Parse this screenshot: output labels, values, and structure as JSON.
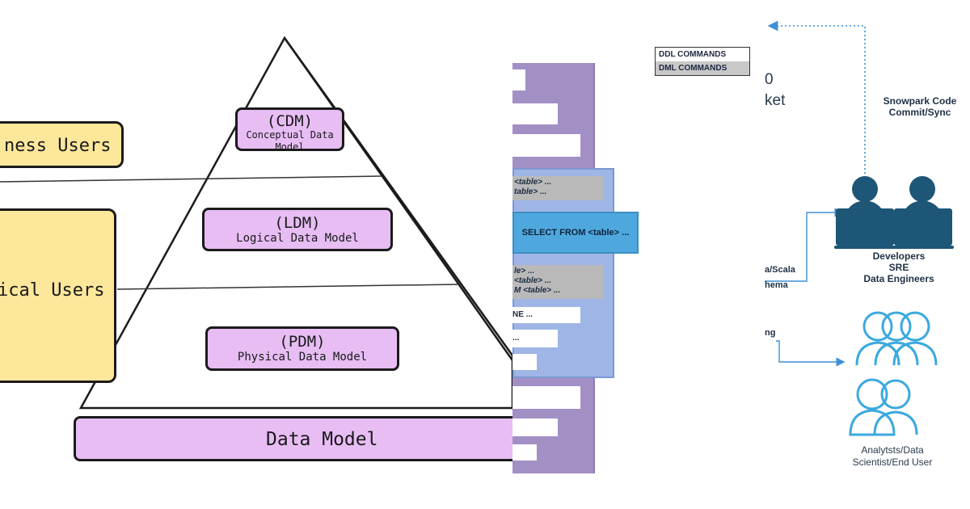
{
  "left": {
    "business_users": "ness Users",
    "technical_users": "ical Users",
    "cdm": {
      "abbr": "(CDM)",
      "full": "Conceptual Data Model"
    },
    "ldm": {
      "abbr": "(LDM)",
      "full": "Logical Data Model"
    },
    "pdm": {
      "abbr": "(PDM)",
      "full": "Physical Data Model"
    },
    "data_model": "Data Model",
    "colors": {
      "yellow": "#fce79b",
      "purple": "#e7bdf4",
      "outline": "#1b1b1b"
    }
  },
  "middle": {
    "ddl": "DDL COMMANDS",
    "dml": "DML COMMANDS",
    "gray_rows_top": [
      "<table> ...",
      "table> ..."
    ],
    "select": "SELECT FROM <table> ...",
    "gray_rows_bottom": [
      "le> ...",
      "<table> ...",
      "M <table> ..."
    ],
    "white_items": [
      "NE ...",
      "..."
    ],
    "colors": {
      "purple": "#a290c4",
      "blue": "#9fb5e6",
      "select": "#4ea8de",
      "gray": "#b9b9b9"
    }
  },
  "right": {
    "partial_digit": "0",
    "partial_word": "ket",
    "snowpark": "Snowpark Code\nCommit/Sync",
    "developers": "Developers\nSRE\nData Engineers",
    "java_scala": "a/Scala",
    "schema": "hema",
    "ng": "ng",
    "analysts": "Analytsts/Data\nScientist/End User",
    "colors": {
      "dark_teal": "#1d5677",
      "light_blue": "#3aa9de",
      "arrow": "#3f8fd6"
    }
  }
}
